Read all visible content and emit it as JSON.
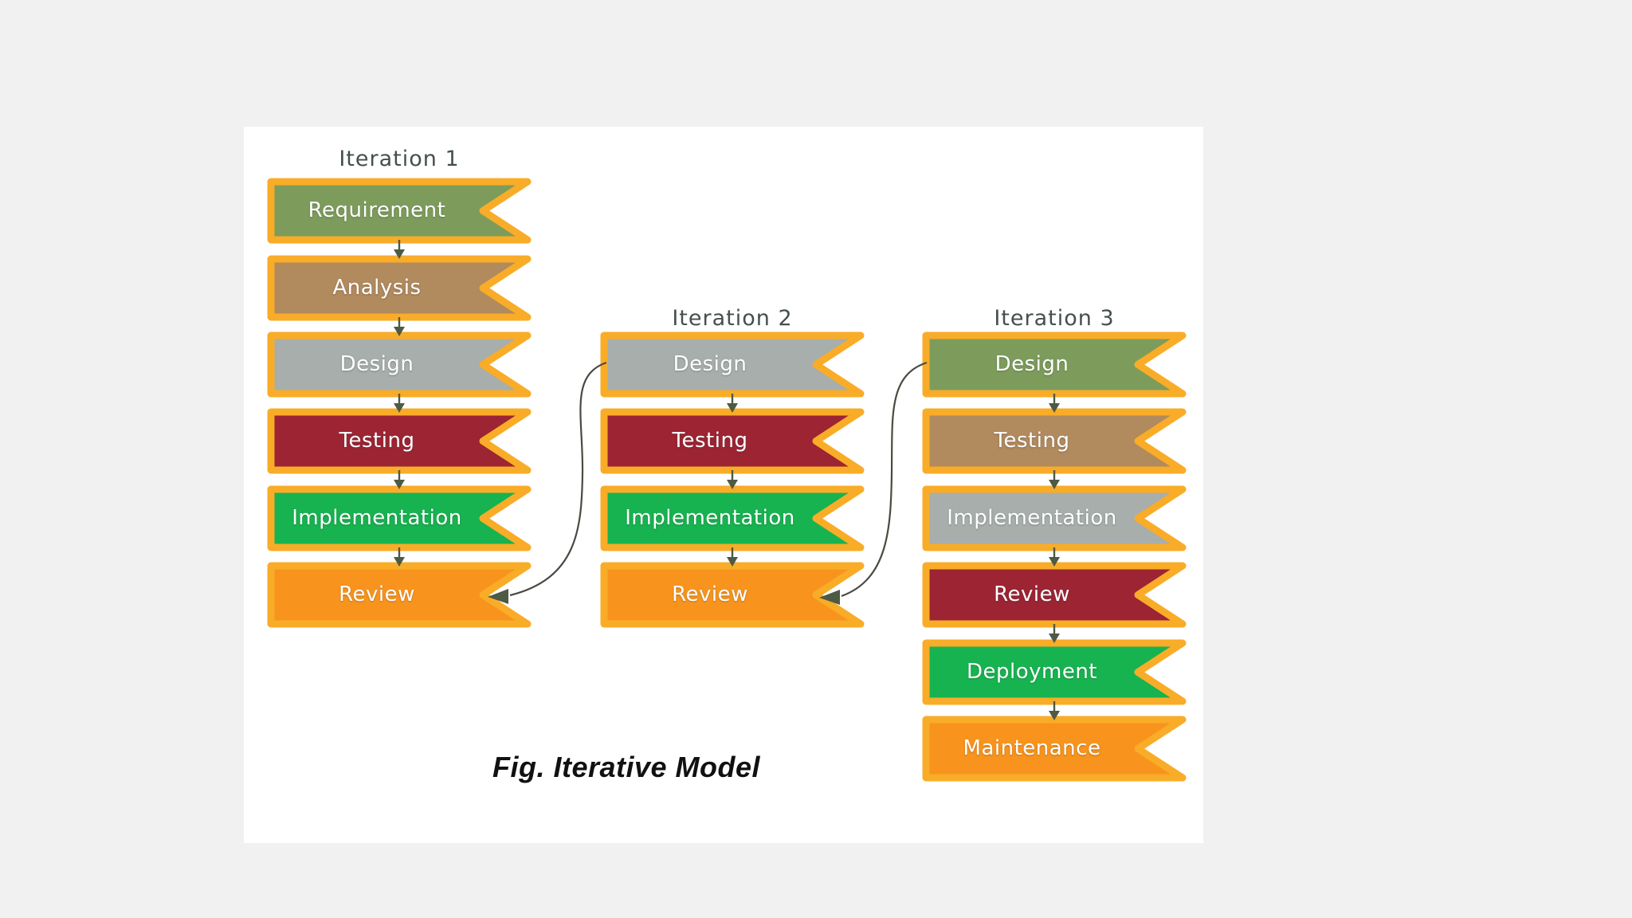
{
  "figure": {
    "caption": "Fig. Iterative Model"
  },
  "colors": {
    "bg": "#F1F1F1",
    "card": "#FFFFFF",
    "banner-border": "#F9AC28",
    "title-text": "#44504E",
    "label-text": "#FFFFFF",
    "connector": "#4D5A44",
    "curve-line": "#4A4A42",
    "caption-text": "#111111",
    "olive-green": "#7D9C5C",
    "tan": "#B18A5E",
    "gray": "#A7AEAC",
    "dark-red": "#9C2433",
    "bright-green": "#17B350",
    "orange": "#F8941D"
  },
  "iterations": [
    {
      "title": "Iteration 1",
      "steps": [
        {
          "label": "Requirement",
          "color": "#7D9C5C"
        },
        {
          "label": "Analysis",
          "color": "#B18A5E"
        },
        {
          "label": "Design",
          "color": "#A7AEAC"
        },
        {
          "label": "Testing",
          "color": "#9C2433"
        },
        {
          "label": "Implementation",
          "color": "#17B350"
        },
        {
          "label": "Review",
          "color": "#F8941D"
        }
      ]
    },
    {
      "title": "Iteration 2",
      "steps": [
        {
          "label": "Design",
          "color": "#A7AEAC"
        },
        {
          "label": "Testing",
          "color": "#9C2433"
        },
        {
          "label": "Implementation",
          "color": "#17B350"
        },
        {
          "label": "Review",
          "color": "#F8941D"
        }
      ]
    },
    {
      "title": "Iteration 3",
      "steps": [
        {
          "label": "Design",
          "color": "#7D9C5C"
        },
        {
          "label": "Testing",
          "color": "#B18A5E"
        },
        {
          "label": "Implementation",
          "color": "#A7AEAC"
        },
        {
          "label": "Review",
          "color": "#9C2433"
        },
        {
          "label": "Deployment",
          "color": "#17B350"
        },
        {
          "label": "Maintenance",
          "color": "#F8941D"
        }
      ]
    }
  ]
}
